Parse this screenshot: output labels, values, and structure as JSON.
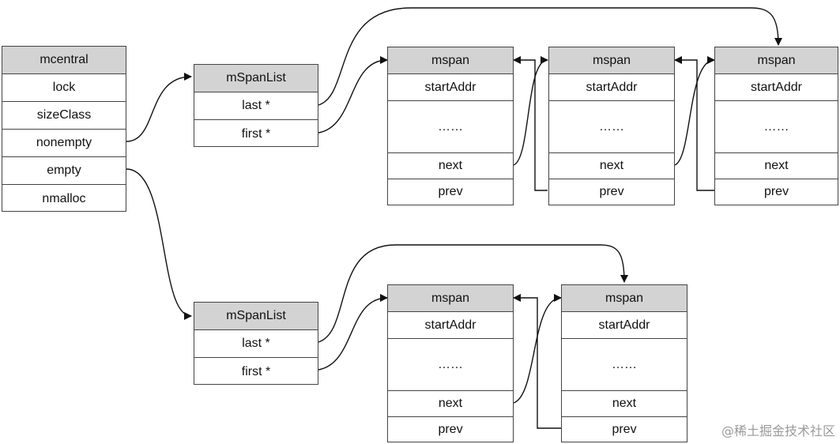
{
  "mcentral": {
    "title": "mcentral",
    "fields": [
      "lock",
      "sizeClass",
      "nonempty",
      "empty",
      "nmalloc"
    ]
  },
  "span_lists": [
    {
      "title": "mSpanList",
      "last": "last *",
      "first": "first *"
    },
    {
      "title": "mSpanList",
      "last": "last *",
      "first": "first *"
    }
  ],
  "mspans": [
    {
      "title": "mspan",
      "start": "startAddr",
      "ellipsis": "……",
      "next": "next",
      "prev": "prev"
    },
    {
      "title": "mspan",
      "start": "startAddr",
      "ellipsis": "……",
      "next": "next",
      "prev": "prev"
    },
    {
      "title": "mspan",
      "start": "startAddr",
      "ellipsis": "……",
      "next": "next",
      "prev": "prev"
    },
    {
      "title": "mspan",
      "start": "startAddr",
      "ellipsis": "……",
      "next": "next",
      "prev": "prev"
    },
    {
      "title": "mspan",
      "start": "startAddr",
      "ellipsis": "……",
      "next": "next",
      "prev": "prev"
    }
  ],
  "watermark": "@稀土掘金技术社区"
}
